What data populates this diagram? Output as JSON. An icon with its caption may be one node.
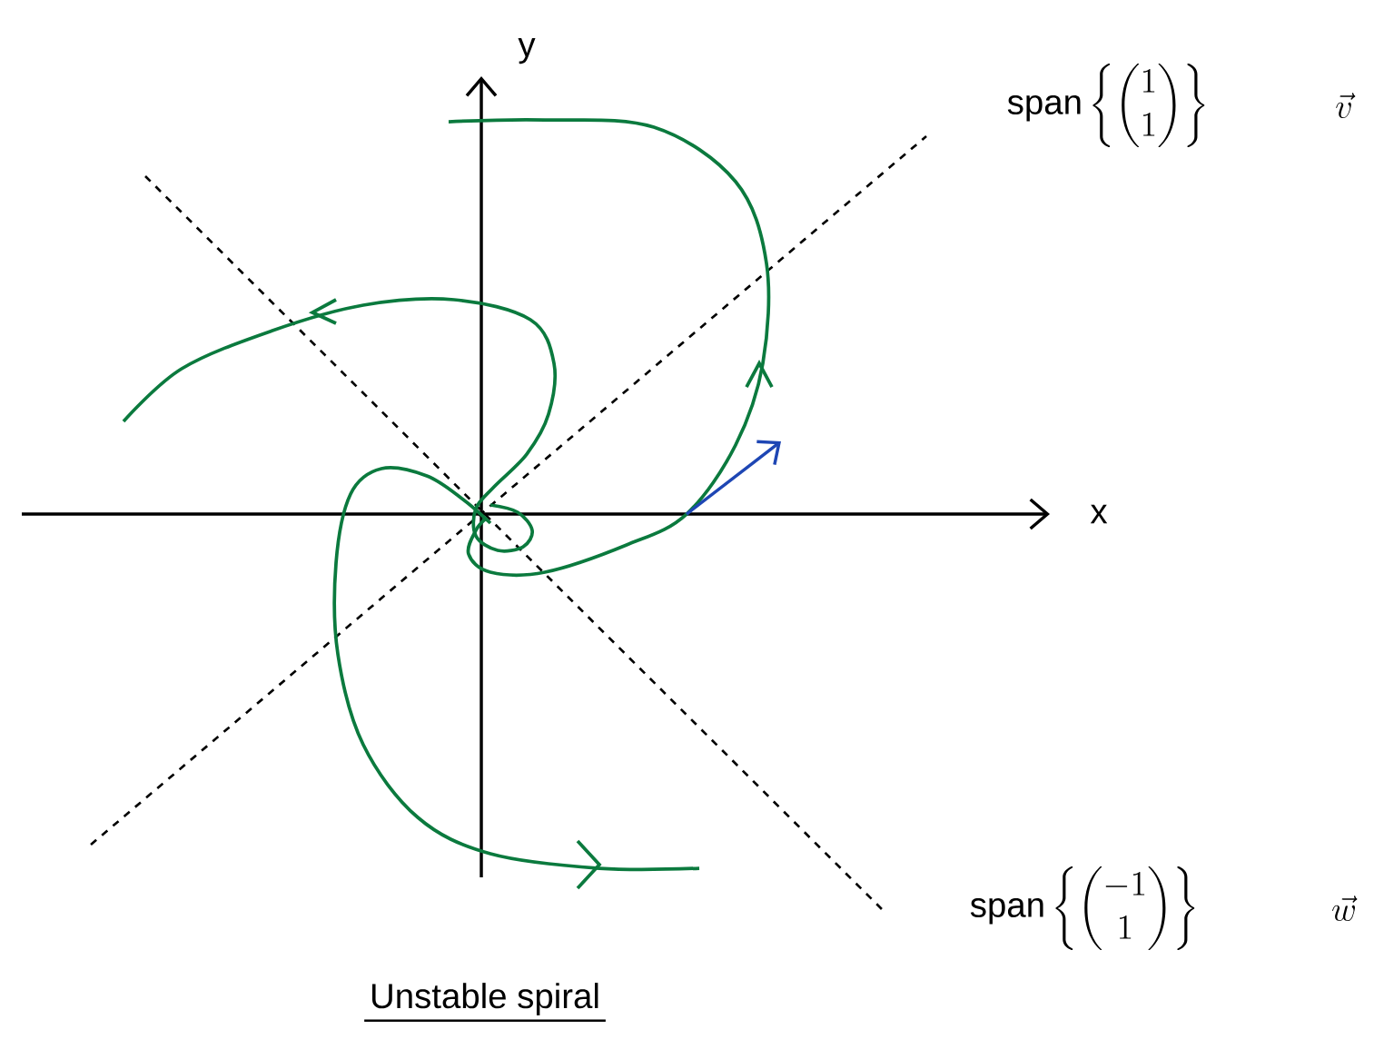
{
  "diagram": {
    "caption": "Unstable spiral",
    "labels": [
      "y",
      "x",
      "\\mathrm{span}\\left\\{\\begin{pmatrix}1\\\\1\\end{pmatrix}\\right\\}",
      "\\vec{v}",
      "\\mathrm{span}\\left\\{\\begin{pmatrix}-1\\\\1\\end{pmatrix}\\right\\}",
      "\\vec{w}"
    ]
  }
}
